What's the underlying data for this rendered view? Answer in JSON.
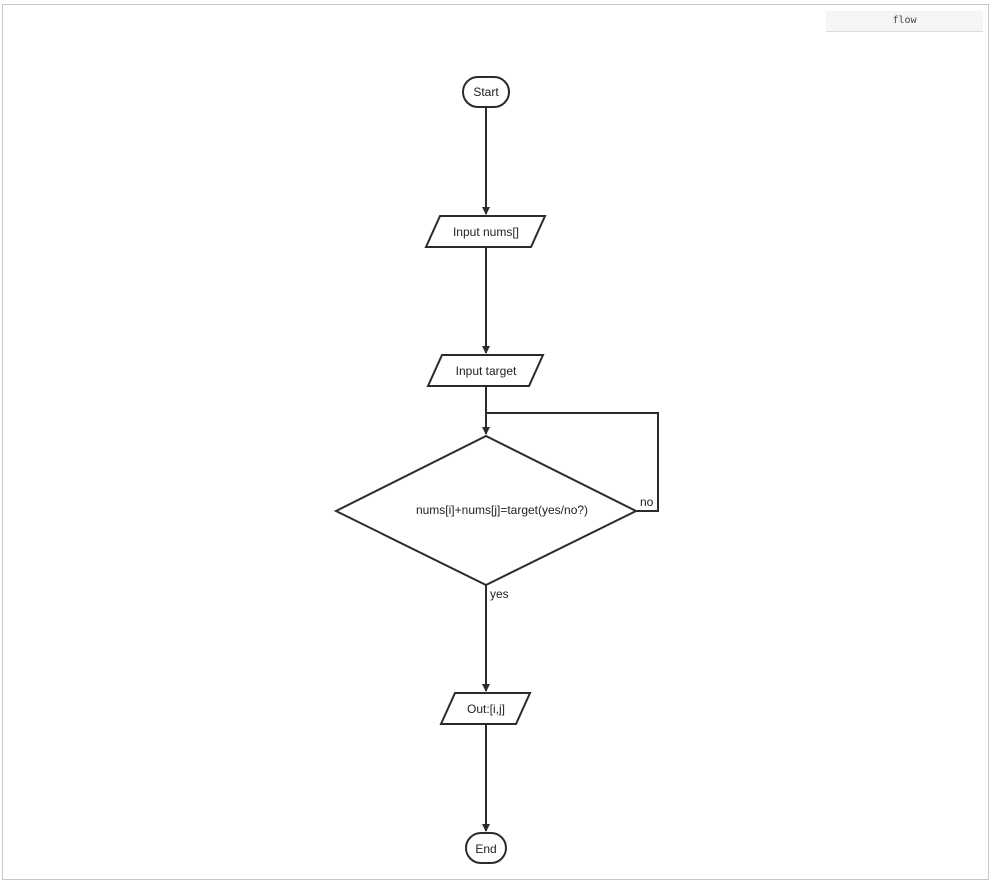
{
  "code_block": {
    "language_label": "flow"
  },
  "flowchart": {
    "nodes": [
      {
        "id": "start",
        "shape": "terminal",
        "label": "Start"
      },
      {
        "id": "input_nums",
        "shape": "parallelogram",
        "label": "Input nums[]"
      },
      {
        "id": "input_target",
        "shape": "parallelogram",
        "label": "Input target"
      },
      {
        "id": "condition",
        "shape": "diamond",
        "label": "nums[i]+nums[j]=target(yes/no?)"
      },
      {
        "id": "output",
        "shape": "parallelogram",
        "label": "Out:[i,j]"
      },
      {
        "id": "end",
        "shape": "terminal",
        "label": "End"
      }
    ],
    "edges": [
      {
        "from": "start",
        "to": "input_nums",
        "label": ""
      },
      {
        "from": "input_nums",
        "to": "input_target",
        "label": ""
      },
      {
        "from": "input_target",
        "to": "condition",
        "label": ""
      },
      {
        "from": "condition",
        "to": "condition",
        "label": "no"
      },
      {
        "from": "condition",
        "to": "output",
        "label": "yes"
      },
      {
        "from": "output",
        "to": "end",
        "label": ""
      }
    ],
    "colors": {
      "stroke": "#2b2b2b",
      "fill": "#ffffff",
      "text": "#222222"
    }
  }
}
